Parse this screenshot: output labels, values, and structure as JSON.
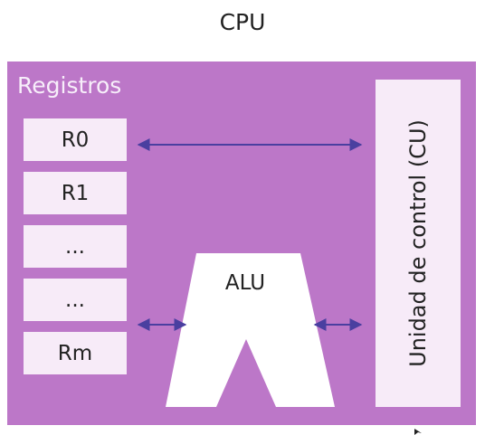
{
  "title": "CPU",
  "registers": {
    "heading": "Registros",
    "items": [
      "R0",
      "R1",
      "...",
      "...",
      "Rm"
    ]
  },
  "alu": {
    "label": "ALU"
  },
  "control_unit": {
    "label": "Unidad de control (CU)"
  },
  "colors": {
    "cpu_background": "#bc77c8",
    "box_fill": "#f7ebf8",
    "alu_fill": "#ffffff",
    "arrow": "#4a3fa0"
  }
}
